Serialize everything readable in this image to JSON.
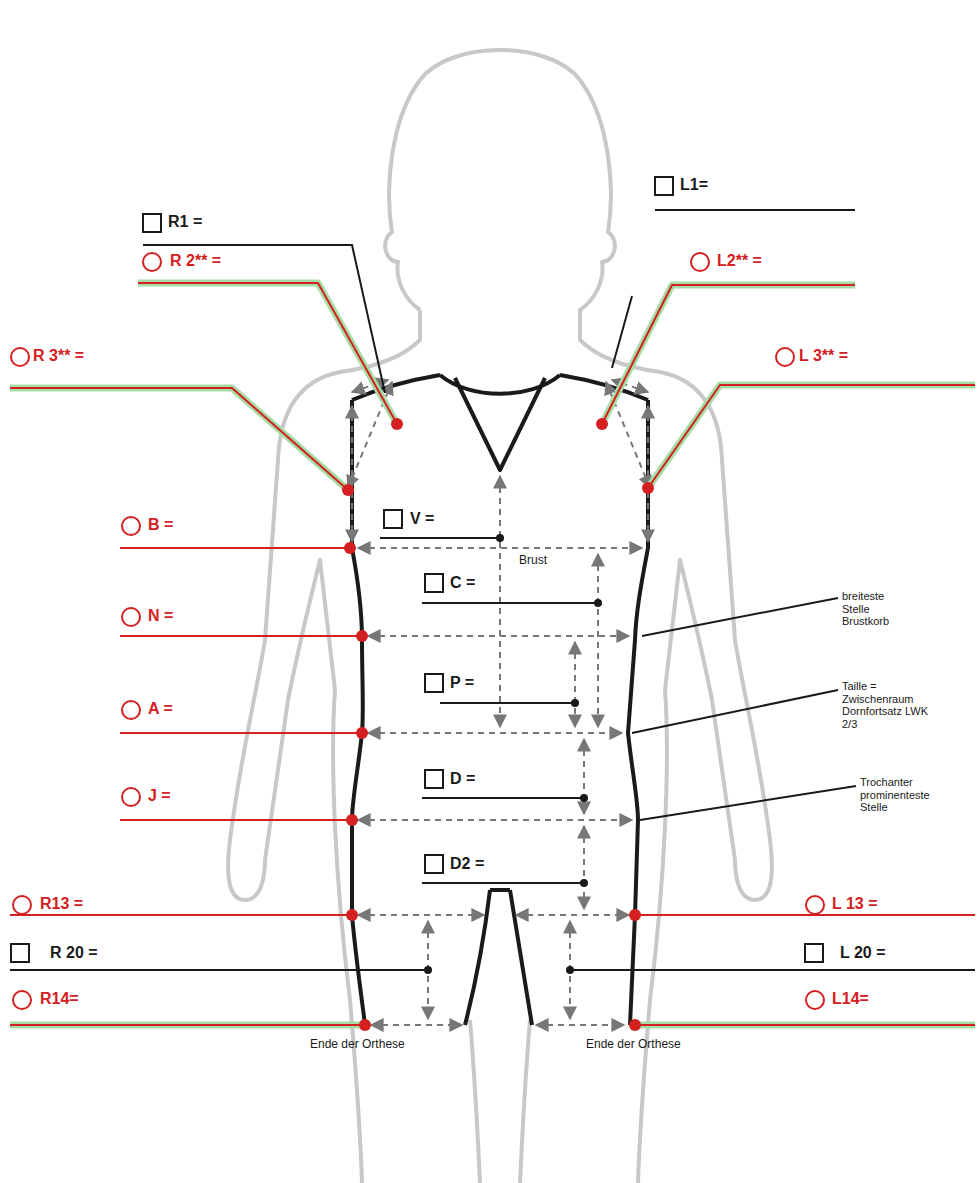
{
  "diagram": {
    "labels": [
      "R1 =",
      "L1=",
      "R 2** =",
      "L2** =",
      "R 3** =",
      "L 3** =",
      "B =",
      "V =",
      "Brust",
      "C =",
      "N =",
      "breiteste Stelle Brustkorb",
      "P =",
      "A =",
      "Taille = Zwischenraum Dornfortsatz LWK 2/3",
      "D =",
      "J =",
      "Trochanter prominenteste Stelle",
      "D2 =",
      "R13 =",
      "L 13 =",
      "R 20 =",
      "L 20 =",
      "R14=",
      "L14=",
      "Ende der Orthese",
      "Ende der Orthese"
    ]
  }
}
